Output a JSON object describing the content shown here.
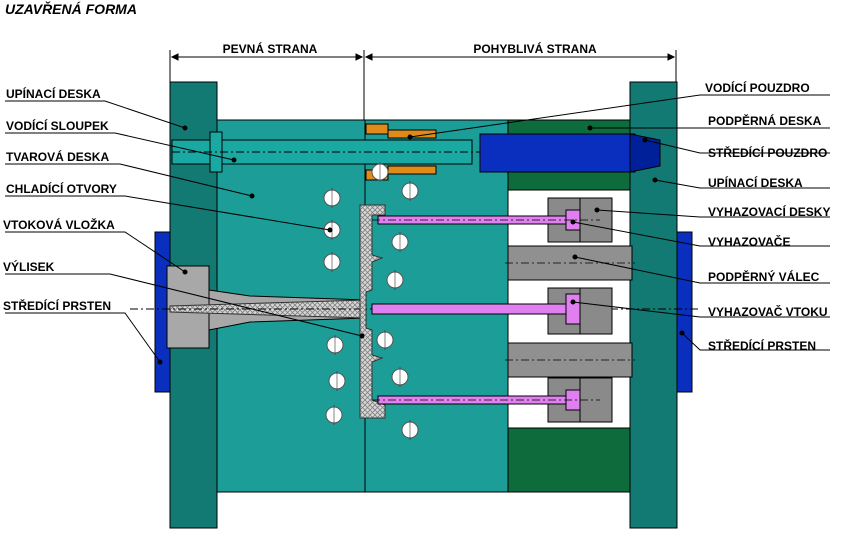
{
  "title": "UZAVŘENÁ FORMA",
  "headers": {
    "fixed": "PEVNÁ STRANA",
    "moving": "POHYBLIVÁ STRANA"
  },
  "left_labels": [
    "UPÍNACÍ DESKA",
    "VODÍCÍ SLOUPEK",
    "TVAROVÁ DESKA",
    "CHLADÍCÍ OTVORY",
    "VTOKOVÁ VLOŽKA",
    "VÝLISEK",
    "STŘEDÍCÍ PRSTEN"
  ],
  "right_labels": [
    "VODÍCÍ POUZDRO",
    "PODPĚRNÁ DESKA",
    "STŘEDÍCÍ POUZDRO",
    "UPÍNACÍ DESKA",
    "VYHAZOVACÍ DESKY",
    "VYHAZOVAČE",
    "PODPĚRNÝ VÁLEC",
    "VYHAZOVAČ VTOKU",
    "STŘEDÍCÍ PRSTEN"
  ],
  "colors": {
    "teal_plate": "#1a9a95",
    "dark_teal": "#0e6f6a",
    "clamp_plate": "#127a72",
    "support_green": "#0f6a3e",
    "blue": "#0a2fbf",
    "dark_blue": "#00209a",
    "magenta": "#e080f0",
    "orange": "#e08a1a",
    "grey": "#8a8a8a"
  }
}
